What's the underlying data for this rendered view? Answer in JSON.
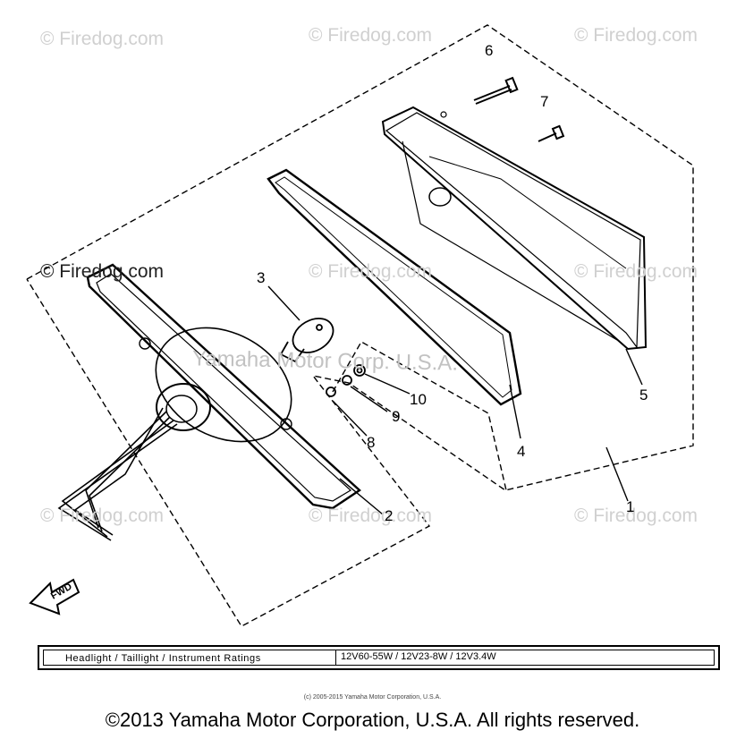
{
  "watermarks": {
    "top_left": "© Firedog.com",
    "top_center": "© Firedog.com",
    "top_right": "© Firedog.com",
    "mid_left": "© Firedog.com",
    "mid_center": "© Firedog.com",
    "mid_right": "© Firedog.com",
    "bottom_left": "© Firedog.com",
    "bottom_center": "© Firedog.com",
    "bottom_right": "© Firedog.com",
    "center_text": "Yamaha Motor Corp. U.S.A."
  },
  "callouts": {
    "c1": "1",
    "c2": "2",
    "c3": "3",
    "c4": "4",
    "c5": "5",
    "c6": "6",
    "c7": "7",
    "c8": "8",
    "c9": "9",
    "c10": "10"
  },
  "fwd_label": "FWD",
  "ratings": {
    "label": "Headlight / Taillight / Instrument Ratings",
    "value": "12V60-55W / 12V23-8W / 12V3.4W"
  },
  "small_copyright": "(c) 2005-2015 Yamaha Motor Corporation, U.S.A.",
  "copyright": "©2013 Yamaha Motor Corporation, U.S.A. All rights reserved."
}
